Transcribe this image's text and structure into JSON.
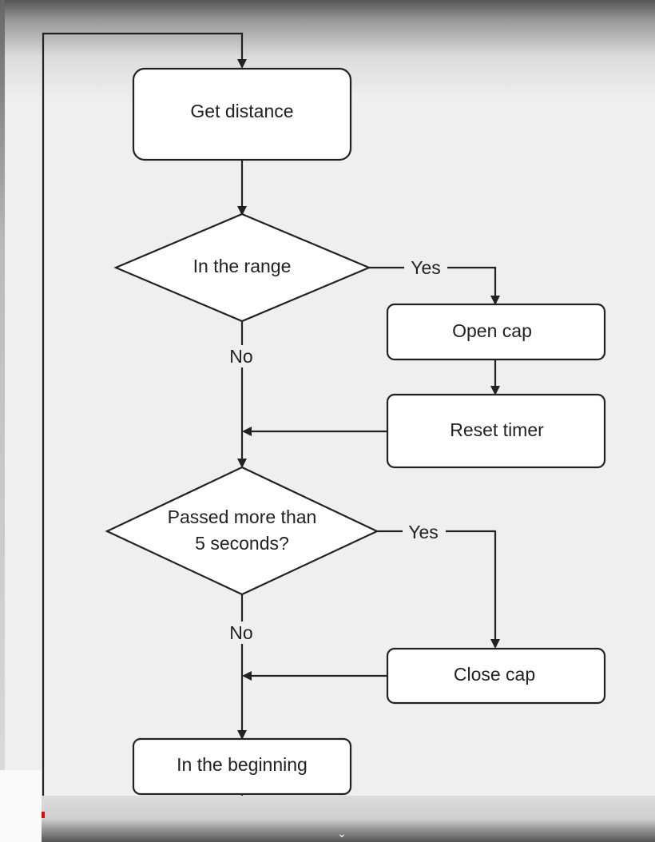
{
  "nodes": {
    "get_distance": "Get distance",
    "in_range": "In the range",
    "open_cap": "Open cap",
    "reset_timer": "Reset timer",
    "passed_5s_line1": "Passed more than",
    "passed_5s_line2": "5 seconds?",
    "close_cap": "Close cap",
    "in_beginning": "In the beginning"
  },
  "edges": {
    "range_yes": "Yes",
    "range_no": "No",
    "passed_yes": "Yes",
    "passed_no": "No"
  },
  "colors": {
    "stroke": "#222222",
    "box_fill": "#ffffff"
  },
  "icons": {
    "expand": "chevron-down-icon"
  }
}
